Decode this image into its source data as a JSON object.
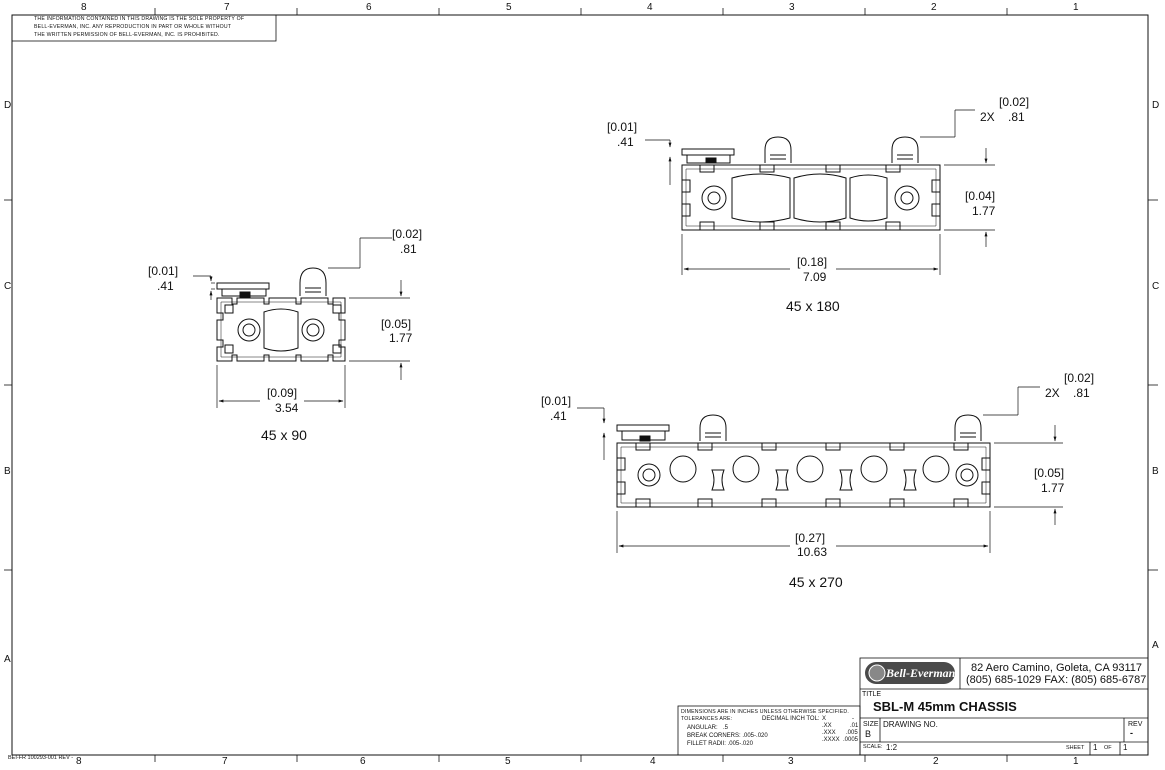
{
  "sheet": {
    "zones_top": [
      "8",
      "7",
      "6",
      "5",
      "4",
      "3",
      "2",
      "1"
    ],
    "zones_bottom": [
      "8",
      "7",
      "6",
      "5",
      "4",
      "3",
      "2",
      "1"
    ],
    "zones_side": [
      "D",
      "C",
      "B",
      "A"
    ],
    "proprietary_notice": [
      "THE INFORMATION CONTAINED IN THIS DRAWING IS THE SOLE PROPERTY OF",
      "BELL-EVERMAN, INC. ANY REPRODUCTION IN PART OR WHOLE WITHOUT",
      "THE WRITTEN PERMISSION OF BELL-EVERMAN, INC. IS PROHIBITED."
    ],
    "form_number": "BEI-FR 100293-001 REV -"
  },
  "views": {
    "v90": {
      "label": "45 x 90",
      "dim_top_left": {
        "mm": "[0.01]",
        "in": ".41"
      },
      "dim_top_right": {
        "mm": "[0.02]",
        "in": ".81"
      },
      "dim_height": {
        "mm": "[0.05]",
        "in": "1.77"
      },
      "dim_width": {
        "mm": "[0.09]",
        "in": "3.54"
      }
    },
    "v180": {
      "label": "45 x 180",
      "dim_top_left": {
        "mm": "[0.01]",
        "in": ".41"
      },
      "dim_top_right": {
        "mm": "[0.02]",
        "in": ".81",
        "qty": "2X"
      },
      "dim_height": {
        "mm": "[0.04]",
        "in": "1.77"
      },
      "dim_width": {
        "mm": "[0.18]",
        "in": "7.09"
      }
    },
    "v270": {
      "label": "45 x 270",
      "dim_top_left": {
        "mm": "[0.01]",
        "in": ".41"
      },
      "dim_top_right": {
        "mm": "[0.02]",
        "in": ".81",
        "qty": "2X"
      },
      "dim_height": {
        "mm": "[0.05]",
        "in": "1.77"
      },
      "dim_width": {
        "mm": "[0.27]",
        "in": "10.63"
      }
    }
  },
  "tolerances": {
    "header": "DIMENSIONS ARE IN INCHES UNLESS OTHERWISE SPECIFIED.",
    "label": "TOLERANCES ARE:",
    "decimal_label": "DECIMAL INCH TOL:",
    "angular_label": "ANGULAR:",
    "angular_value": ".5",
    "break_corners": "BREAK CORNERS: .005-.020",
    "fillet_radii": "FILLET RADII: .005-.020",
    "places": [
      {
        "fmt": "X",
        "tol": "-"
      },
      {
        "fmt": ".XX",
        "tol": ".01"
      },
      {
        "fmt": ".XXX",
        "tol": ".005"
      },
      {
        "fmt": ".XXXX",
        "tol": ".0005"
      }
    ]
  },
  "title_block": {
    "logo_text": "Bell-Everman",
    "address_line1": "82 Aero Camino, Goleta, CA 93117",
    "address_line2": "(805) 685-1029 FAX: (805) 685-6787",
    "title_label": "TITLE",
    "title": "SBL-M 45mm CHASSIS",
    "size_label": "SIZE",
    "size": "B",
    "drawing_no_label": "DRAWING NO.",
    "rev_label": "REV",
    "rev": "-",
    "scale_label": "SCALE:",
    "scale": "1:2",
    "sheet_label": "SHEET",
    "sheet": "1",
    "of_label": "OF",
    "of": "1"
  },
  "colors": {
    "ink": "#111111",
    "logo_bg": "#4a4a4a"
  }
}
